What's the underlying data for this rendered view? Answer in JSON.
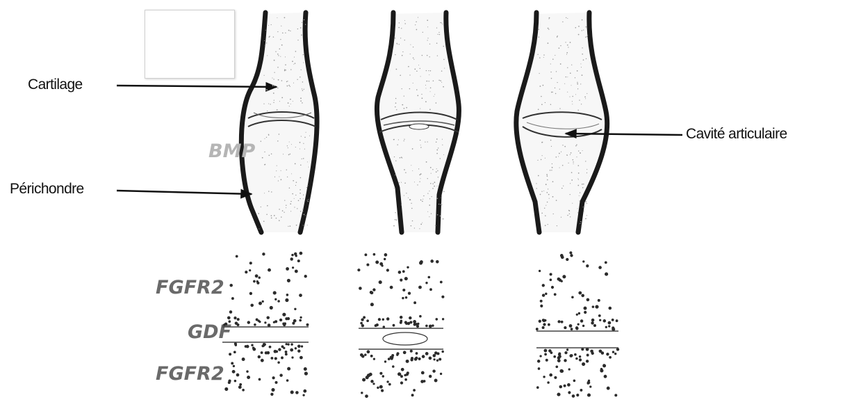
{
  "labels": {
    "cartilage": "Cartilage",
    "perichondre": "Périchondre",
    "cavite": "Cavité articulaire"
  },
  "genes": {
    "bmp": "BMP",
    "fgfr2_top": "FGFR2",
    "gdf": "GDF",
    "fgfr2_bottom": "FGFR2"
  },
  "colors": {
    "outline": "#1a1a1a",
    "label_text": "#111111",
    "bmp_gray": "#b5b5b5",
    "gene_gray": "#6a6a6a",
    "cell_dots": "#2b2b2b"
  },
  "stages": [
    "stage-1-interzone",
    "stage-2-cavitation",
    "stage-3-joint-cavity"
  ]
}
